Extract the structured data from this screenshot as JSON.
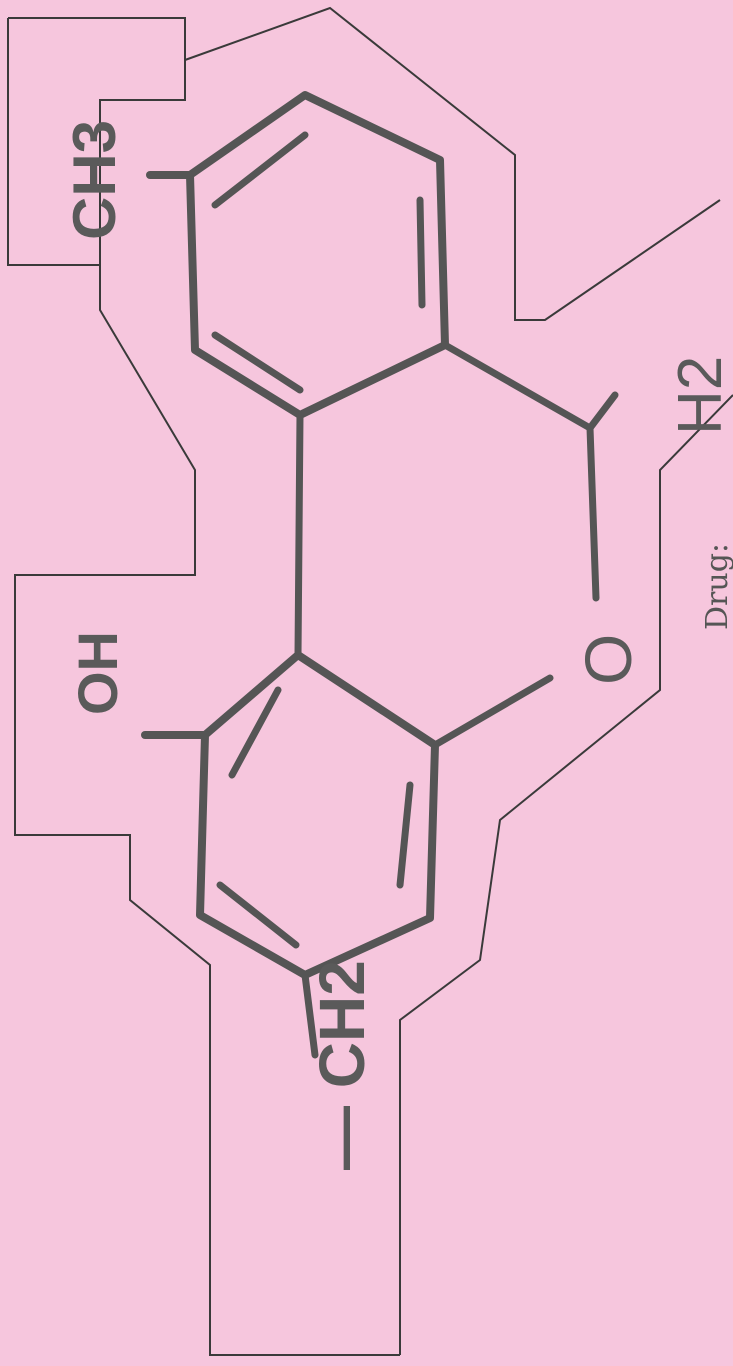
{
  "labels": {
    "ch3": "CH3",
    "oh": "OH",
    "ch2_bottom": "— CH2",
    "o": "O",
    "h2": "H2",
    "drug": "Drug:"
  },
  "colors": {
    "background": "#f6c6dd",
    "ink": "#5a5a5a",
    "outline": "#3a3a3a"
  }
}
